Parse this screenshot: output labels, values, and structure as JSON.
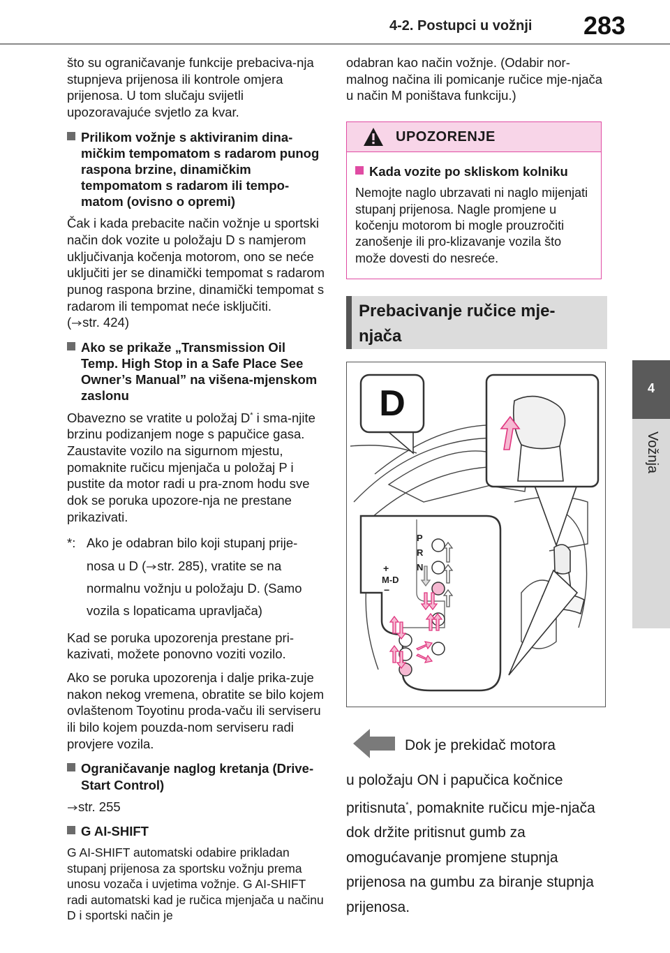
{
  "header": {
    "section_title": "4-2. Postupci u vožnji",
    "page_number": "283"
  },
  "chapter_tab": {
    "number": "4",
    "label": "Vožnja"
  },
  "left_column": {
    "intro": "što su ograničavanje funkcije prebaciva-nja stupnjeva prijenosa ili kontrole omjera prijenosa. U tom slučaju svijetli upozoravajuće svjetlo za kvar.",
    "s1_heading": "Prilikom vožnje s aktiviranim dina-mičkim tempomatom s radarom punog raspona brzine, dinamičkim tempomatom s radarom ili tempo-matom (ovisno o opremi)",
    "s1_body": "Čak i kada prebacite način vožnje u sportski način dok vozite u položaju D s namjerom uključivanja kočenja motorom, ono se neće uključiti jer se dinamički tempomat s radarom punog raspona brzine, dinamički tempomat s radarom ili tempomat neće isključiti.",
    "s1_open": "(",
    "s1_ref": "str. 424)",
    "s2_heading": "Ako se prikaže „Transmission Oil Temp. High Stop in a Safe Place See Owner’s Manual” na višena-mjenskom zaslonu",
    "s2_a": "Obavezno se vratite u položaj D",
    "s2_sup": "*",
    "s2_b": " i sma-njite brzinu podizanjem noge s papučice gasa. Zaustavite vozilo na sigurnom mjestu, pomaknite ručicu mjenjača u položaj P i pustite da motor radi u pra-znom hodu sve dok se poruka upozore-nja ne prestane prikazivati.",
    "fn_mark": "*:",
    "fn_a": "Ako je odabran bilo koji stupanj prije-nosa u D (",
    "fn_ref": "str. 285), vratite se na normalnu vožnju u položaju D. (Samo vozila s lopaticama upravljača)",
    "s2_p2": "Kad se poruka upozorenja prestane pri-kazivati, možete ponovno voziti vozilo.",
    "s2_p3": "Ako se poruka upozorenja i dalje prika-zuje nakon nekog vremena, obratite se bilo kojem ovlaštenom Toyotinu proda-vaču ili serviseru ili bilo kojem pouzda-nom serviseru radi provjere vozila.",
    "s3_heading": "Ograničavanje naglog kretanja (Drive-Start Control)",
    "s3_ref": "str. 255",
    "s4_heading": "G AI-SHIFT",
    "s4_body": "G AI-SHIFT automatski odabire prikladan stupanj prijenosa za sportsku vožnju prema unosu vozača i uvjetima vožnje. G AI-SHIFT radi automatski kad je ručica mjenjača u načinu D i sportski način je"
  },
  "right_column": {
    "intro": "odabran kao način vožnje. (Odabir nor-malnog načina ili pomicanje ručice mje-njača u način M poništava funkciju.)"
  },
  "warning": {
    "title": "UPOZORENJE",
    "heading": "Kada vozite po skliskom kolniku",
    "body": "Nemojte naglo ubrzavati ni naglo mijenjati stupanj prijenosa. Nagle promjene u kočenju motorom bi mogle prouzročiti zanošenje ili pro-klizavanje vozila što može dovesti do nesreće.",
    "accent_color": "#e04ba3",
    "head_fill": "#f8d5e8"
  },
  "procedure": {
    "title": "Prebacivanje ručice mje-njača",
    "step_first_line": "Dok je prekidač motora",
    "step_a": "u položaju ON i papučica kočnice pritisnuta",
    "step_sup": "*",
    "step_b": ", pomaknite ručicu mje-njača dok držite pritisnut gumb za omogućavanje promjene stupnja prijenosa na gumbu za biranje stupnja prijenosa."
  },
  "figure": {
    "badge_letter": "D",
    "gate": {
      "p": "P",
      "r": "R",
      "n": "N",
      "plus": "+",
      "md": "M-D",
      "minus": "−"
    },
    "arrow_color": "#e0357f",
    "arrow_fill": "#f6b9d2"
  },
  "icons": {
    "warning": "warning-triangle-icon",
    "reference_arrow": "right-arrow-icon",
    "step_arrow": "step-arrow-icon"
  }
}
